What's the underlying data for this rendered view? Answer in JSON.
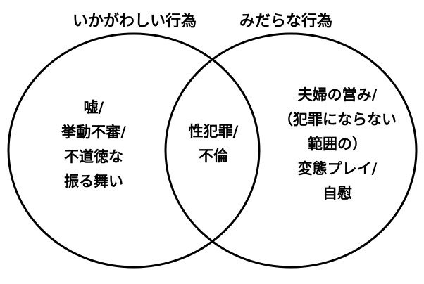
{
  "diagram": {
    "type": "venn",
    "sets": [
      {
        "label": "いかがわしい行為"
      },
      {
        "label": "みだらな行為"
      }
    ],
    "regions": {
      "left_only": [
        "嘘/",
        "挙動不審/",
        "不道徳な",
        "振る舞い"
      ],
      "intersection": [
        "性犯罪/",
        "不倫"
      ],
      "right_only": [
        "夫婦の営み/",
        "（犯罪にならない",
        "範囲の）",
        "変態プレイ/",
        "自慰"
      ]
    },
    "colors": {
      "stroke": "#000000",
      "background": "#ffffff",
      "text": "#000000"
    }
  }
}
